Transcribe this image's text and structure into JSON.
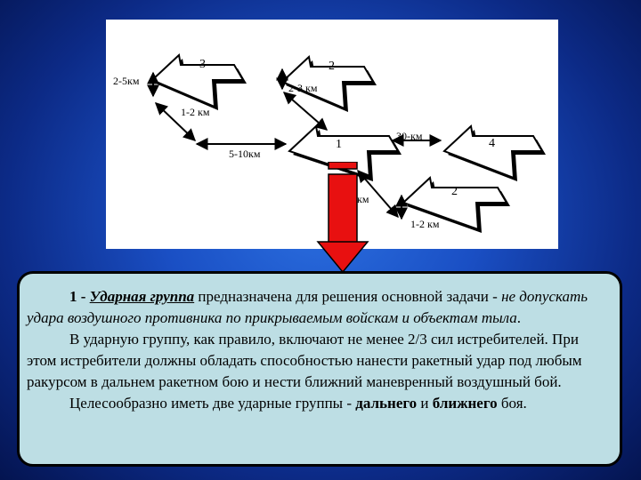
{
  "diagram": {
    "groups": [
      {
        "id": "g3",
        "label": "3"
      },
      {
        "id": "g2a",
        "label": "2"
      },
      {
        "id": "g1",
        "label": "1"
      },
      {
        "id": "g4",
        "label": "4"
      },
      {
        "id": "g2b",
        "label": "2"
      }
    ],
    "distances": {
      "d1": "2-5км",
      "d2": "2-3 км",
      "d3": "1-2 км",
      "d4": "5-10км",
      "d5": "30-км",
      "d6": "км",
      "d7": "1-2 км"
    },
    "colors": {
      "arrow_red": "#e81010",
      "box_bg": "#bddee4"
    }
  },
  "text": {
    "p1_num": "1 - ",
    "p1_term": "Ударная группа",
    "p1_main": " предназначена для решения основной задачи - ",
    "p1_italic": "не допускать удара воздушного противника по прикрываемым войскам и объектам тыла",
    "p1_end": ".",
    "p2": "В ударную группу, как правило, включают не менее 2/3 сил истребителей. При этом истребители должны обладать способностью нанести ракетный удар под любым ракурсом в дальнем ракетном бою и нести ближний маневренный воздушный бой.",
    "p3_start": "Целесообразно иметь две ударные группы - ",
    "p3_far": "дальнего",
    "p3_and": " и ",
    "p3_near": "ближнего",
    "p3_end": " боя."
  }
}
